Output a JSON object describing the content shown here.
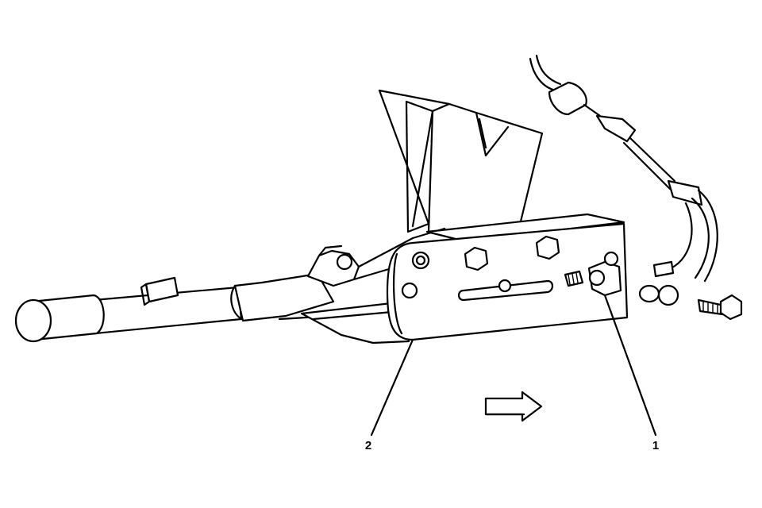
{
  "callouts": [
    {
      "id": "1",
      "label": "1"
    },
    {
      "id": "2",
      "label": "2"
    }
  ],
  "direction_arrow": {
    "icon": "right-arrow-icon",
    "direction": "right"
  },
  "colors": {
    "line": "#000000",
    "background": "#ffffff"
  }
}
